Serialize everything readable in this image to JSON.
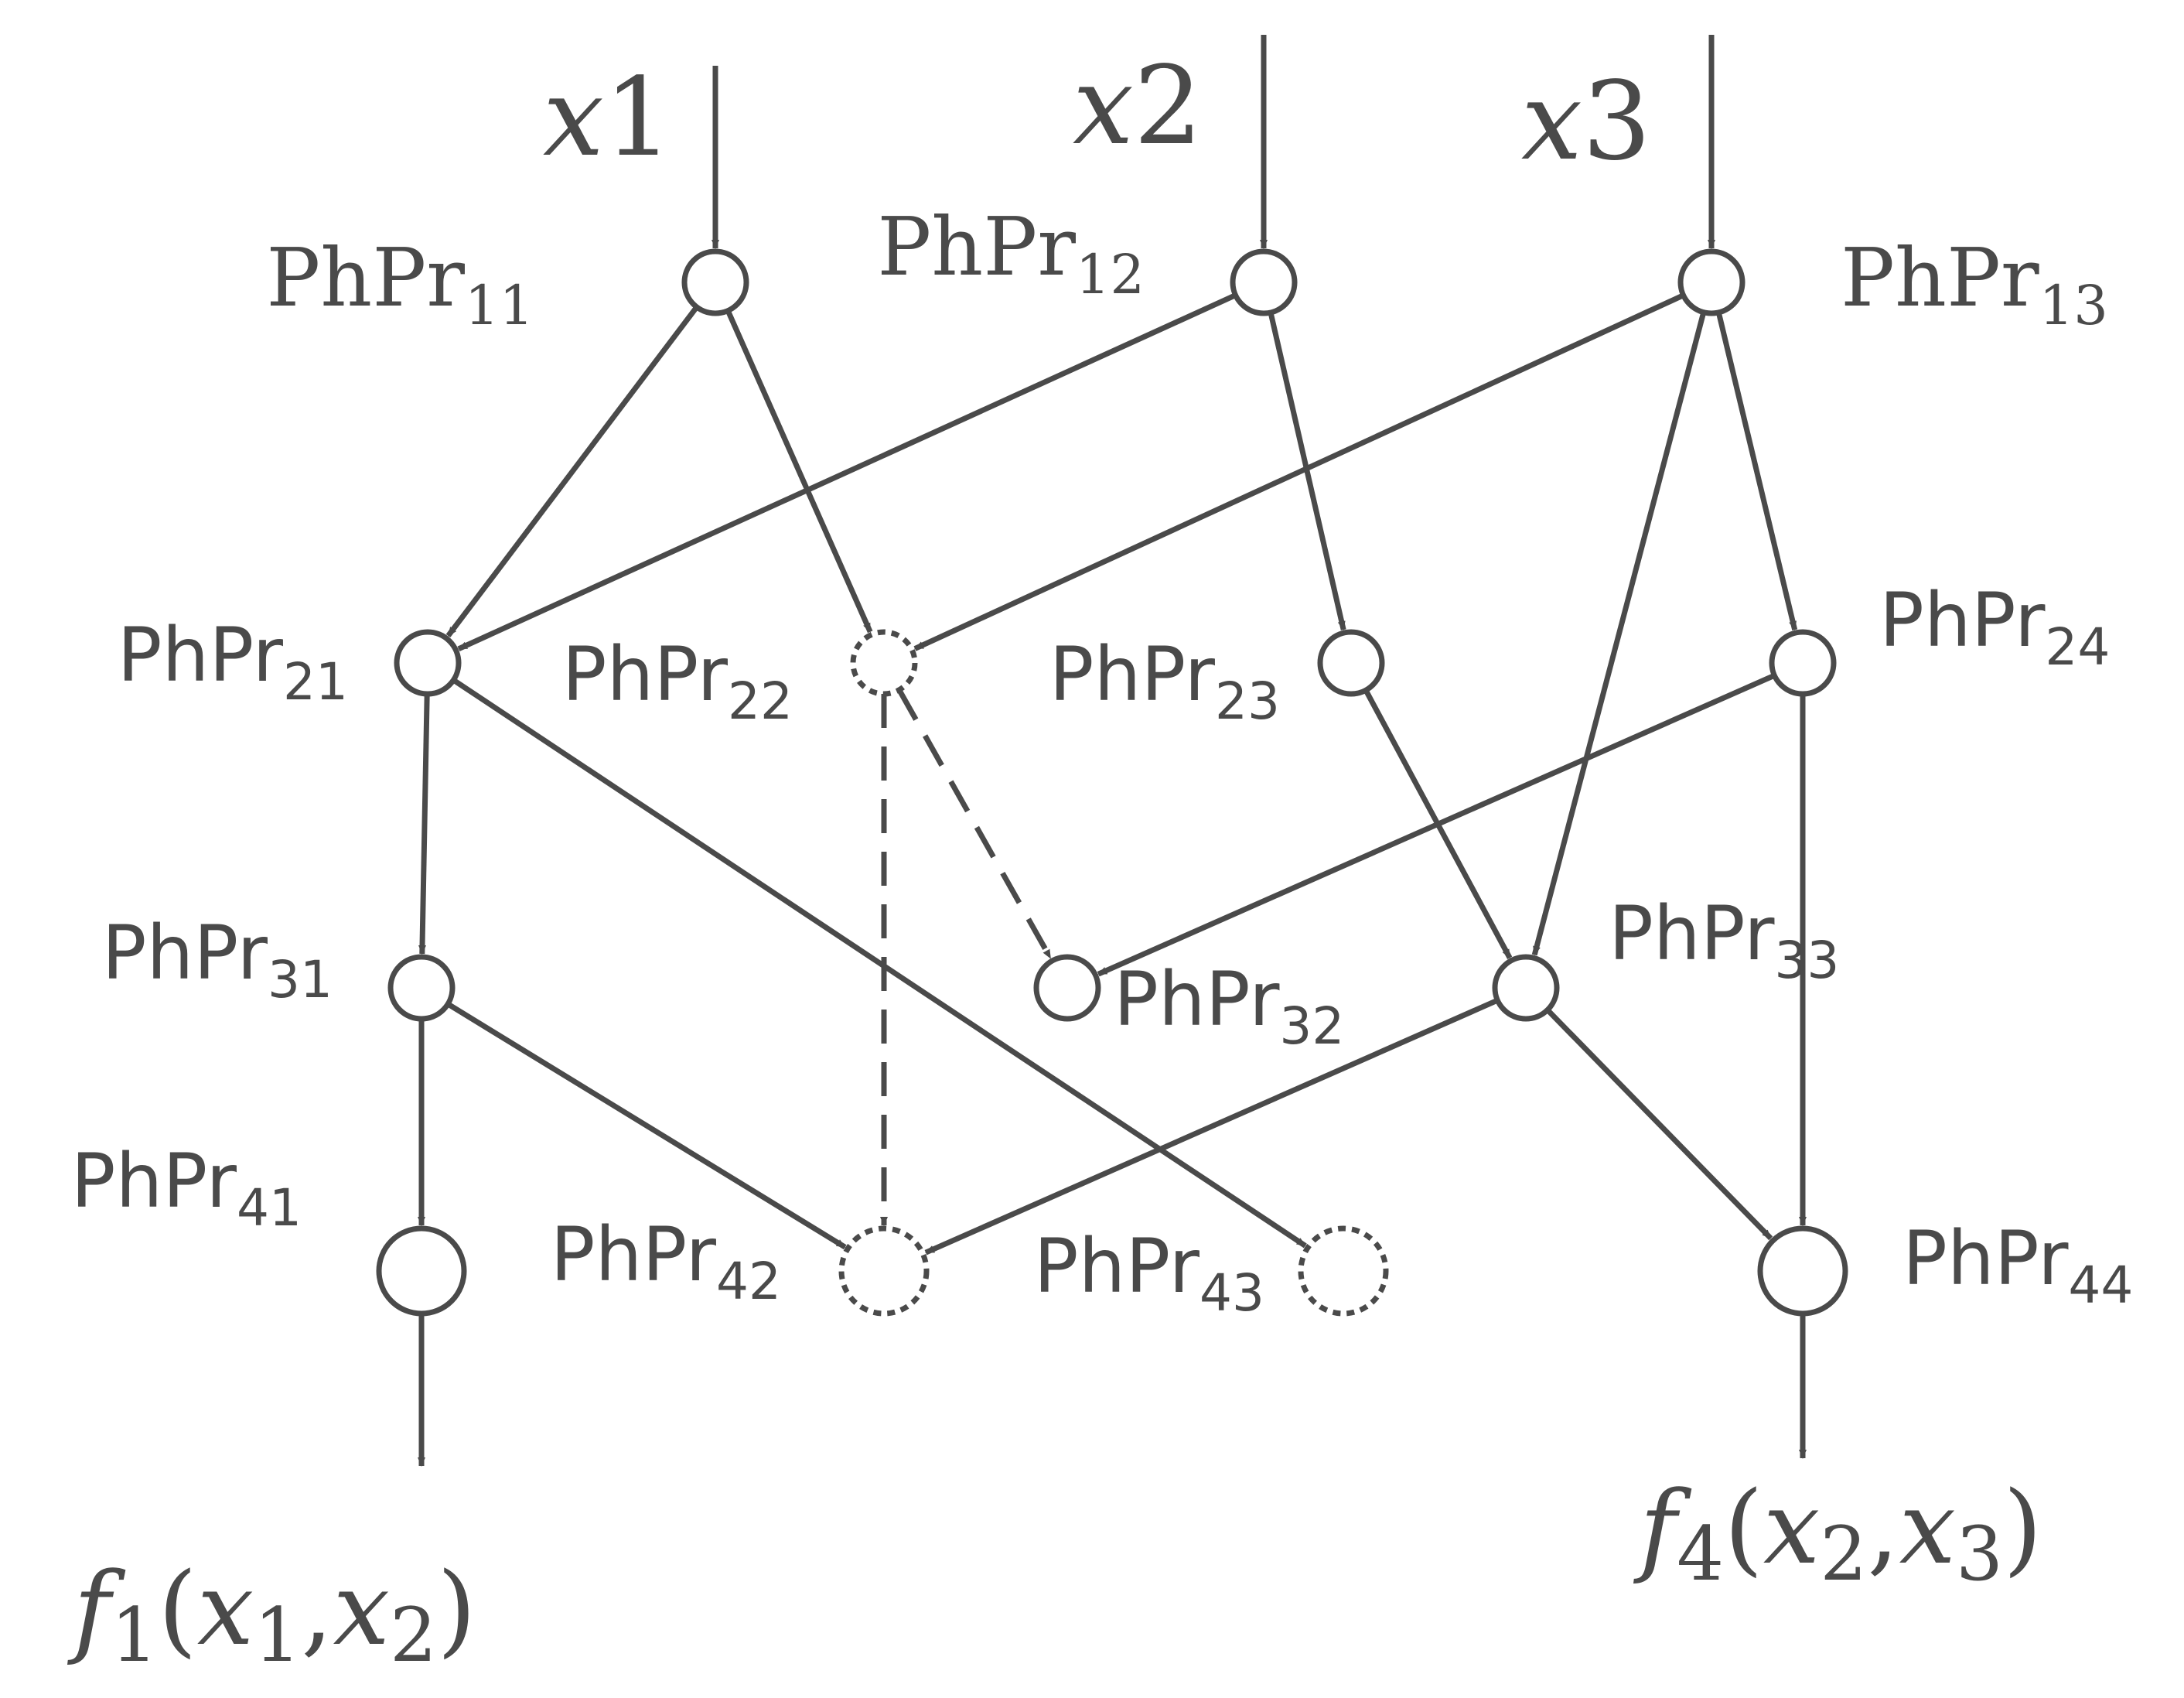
{
  "colors": {
    "ink": "#4a4a4a",
    "background": "#ffffff"
  },
  "inputs": [
    {
      "id": "x1",
      "base": "x",
      "sub": "1"
    },
    {
      "id": "x2",
      "base": "x",
      "sub": "2"
    },
    {
      "id": "x3",
      "base": "x",
      "sub": "3"
    }
  ],
  "nodes": [
    {
      "id": "n11",
      "base": "PhPr",
      "sub": "11",
      "style": "solid"
    },
    {
      "id": "n12",
      "base": "PhPr",
      "sub": "12",
      "style": "solid"
    },
    {
      "id": "n13",
      "base": "PhPr",
      "sub": "13",
      "style": "solid"
    },
    {
      "id": "n21",
      "base": "PhPr",
      "sub": "21",
      "style": "solid"
    },
    {
      "id": "n22",
      "base": "PhPr",
      "sub": "22",
      "style": "dashed"
    },
    {
      "id": "n23",
      "base": "PhPr",
      "sub": "23",
      "style": "solid"
    },
    {
      "id": "n24",
      "base": "PhPr",
      "sub": "24",
      "style": "solid"
    },
    {
      "id": "n31",
      "base": "PhPr",
      "sub": "31",
      "style": "solid"
    },
    {
      "id": "n32",
      "base": "PhPr",
      "sub": "32",
      "style": "solid"
    },
    {
      "id": "n33",
      "base": "PhPr",
      "sub": "33",
      "style": "solid"
    },
    {
      "id": "n41",
      "base": "PhPr",
      "sub": "41",
      "style": "solid"
    },
    {
      "id": "n42",
      "base": "PhPr",
      "sub": "42",
      "style": "dashed"
    },
    {
      "id": "n43",
      "base": "PhPr",
      "sub": "43",
      "style": "dashed"
    },
    {
      "id": "n44",
      "base": "PhPr",
      "sub": "44",
      "style": "solid"
    }
  ],
  "outputs": [
    {
      "id": "f1",
      "fn": "f",
      "fnsub": "1",
      "a": "x",
      "asub": "1",
      "b": "x",
      "bsub": "2",
      "open": "(",
      "sep": ",",
      "close": ")"
    },
    {
      "id": "f4",
      "fn": "f",
      "fnsub": "4",
      "a": "x",
      "asub": "2",
      "b": "x",
      "bsub": "3",
      "open": "(",
      "sep": ",",
      "close": ")"
    }
  ],
  "edges": [
    {
      "from": "x1",
      "to": "n11",
      "style": "solid"
    },
    {
      "from": "x2",
      "to": "n12",
      "style": "solid"
    },
    {
      "from": "x3",
      "to": "n13",
      "style": "solid"
    },
    {
      "from": "n11",
      "to": "n21",
      "style": "solid"
    },
    {
      "from": "n11",
      "to": "n22",
      "style": "solid"
    },
    {
      "from": "n12",
      "to": "n21",
      "style": "solid"
    },
    {
      "from": "n12",
      "to": "n23",
      "style": "solid"
    },
    {
      "from": "n13",
      "to": "n22",
      "style": "solid"
    },
    {
      "from": "n13",
      "to": "n24",
      "style": "solid"
    },
    {
      "from": "n13",
      "to": "n33",
      "style": "solid"
    },
    {
      "from": "n21",
      "to": "n31",
      "style": "solid"
    },
    {
      "from": "n21",
      "to": "n43",
      "style": "solid"
    },
    {
      "from": "n22",
      "to": "n32",
      "style": "dashed"
    },
    {
      "from": "n22",
      "to": "n42",
      "style": "dashed"
    },
    {
      "from": "n23",
      "to": "n33",
      "style": "solid"
    },
    {
      "from": "n24",
      "to": "n32",
      "style": "solid"
    },
    {
      "from": "n24",
      "to": "n44",
      "style": "solid"
    },
    {
      "from": "n31",
      "to": "n41",
      "style": "solid"
    },
    {
      "from": "n31",
      "to": "n42",
      "style": "solid"
    },
    {
      "from": "n33",
      "to": "n42",
      "style": "solid"
    },
    {
      "from": "n33",
      "to": "n44",
      "style": "solid"
    },
    {
      "from": "n41",
      "to": "f1",
      "style": "solid"
    },
    {
      "from": "n44",
      "to": "f4",
      "style": "solid"
    }
  ]
}
